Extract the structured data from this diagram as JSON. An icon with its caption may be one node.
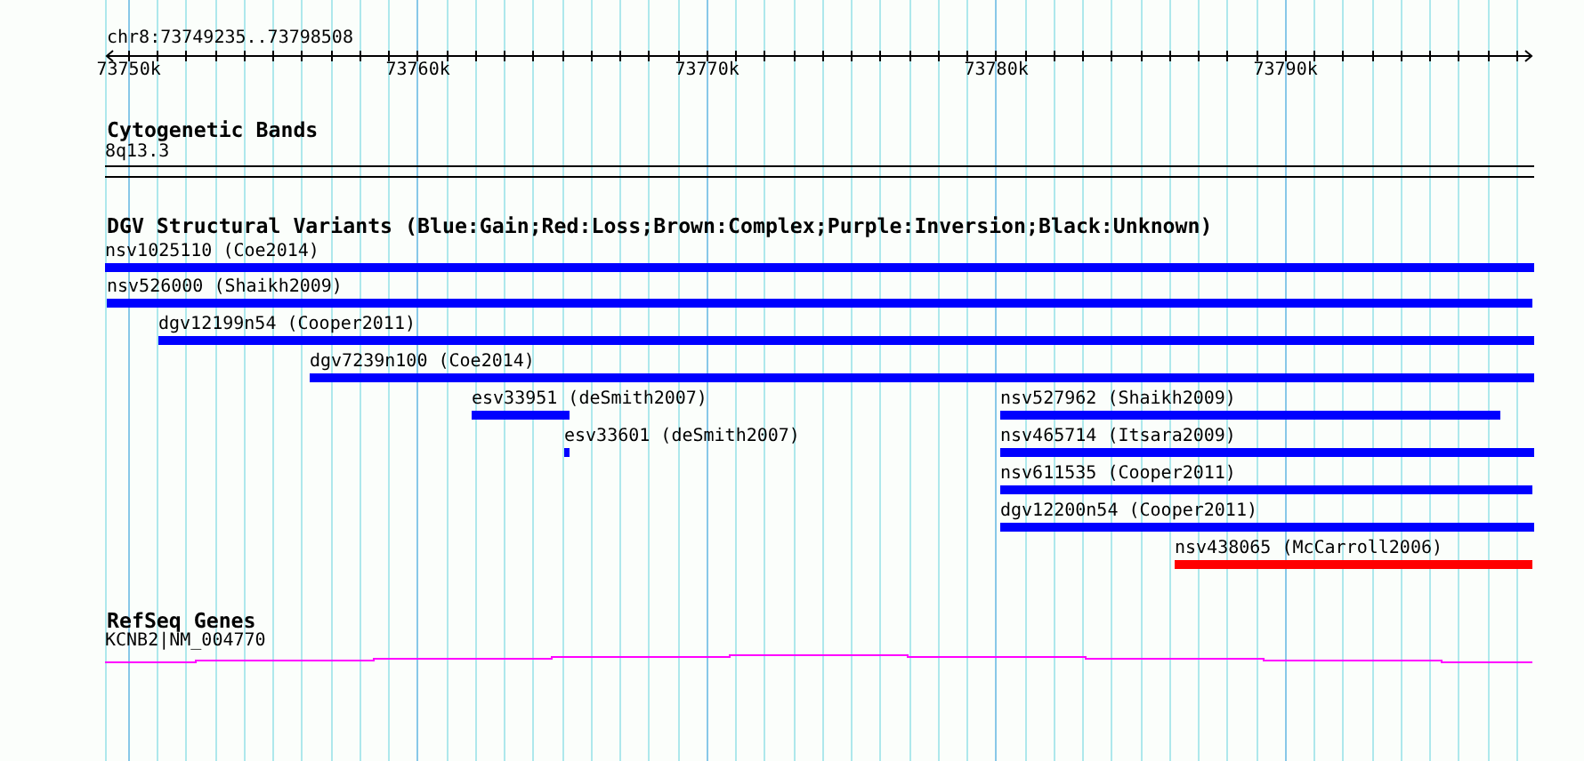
{
  "diagram": {
    "nodes": [
      {
        "text": [
          "8q13.3"
        ]
      },
      {
        "text": [
          "nsv1025110 (Coe2014)"
        ]
      },
      {
        "text": [
          "nsv526000 (Shaikh2009)"
        ]
      },
      {
        "text": [
          "dgv12199n54 (Cooper2011)"
        ]
      },
      {
        "text": [
          "dgv7239n100 (Coe2014)"
        ]
      },
      {
        "text": [
          "esv33951 (deSmith2007)"
        ]
      },
      {
        "text": [
          "nsv527962 (Shaikh2009)"
        ]
      },
      {
        "text": [
          "esv33601 (deSmith2007)"
        ]
      },
      {
        "text": [
          "nsv465714 (Itsara2009)"
        ]
      },
      {
        "text": [
          "nsv611535 (Cooper2011)"
        ]
      },
      {
        "text": [
          "dgv12200n54 (Cooper2011)"
        ]
      },
      {
        "text": [
          "nsv438065 (McCarroll2006)"
        ]
      },
      {
        "text": [
          "KCNB2|NM_004770"
        ]
      }
    ],
    "labels": [
      "chr8:73749235..73798508",
      "73750k",
      "73760k",
      "73770k",
      "73780k",
      "73790k",
      "Cytogenetic Bands",
      "DGV Structural Variants (Blue:Gain;Red:Loss;Brown:Complex;Purple:Inversion;Black:Unknown)",
      "RefSeq Genes"
    ]
  }
}
